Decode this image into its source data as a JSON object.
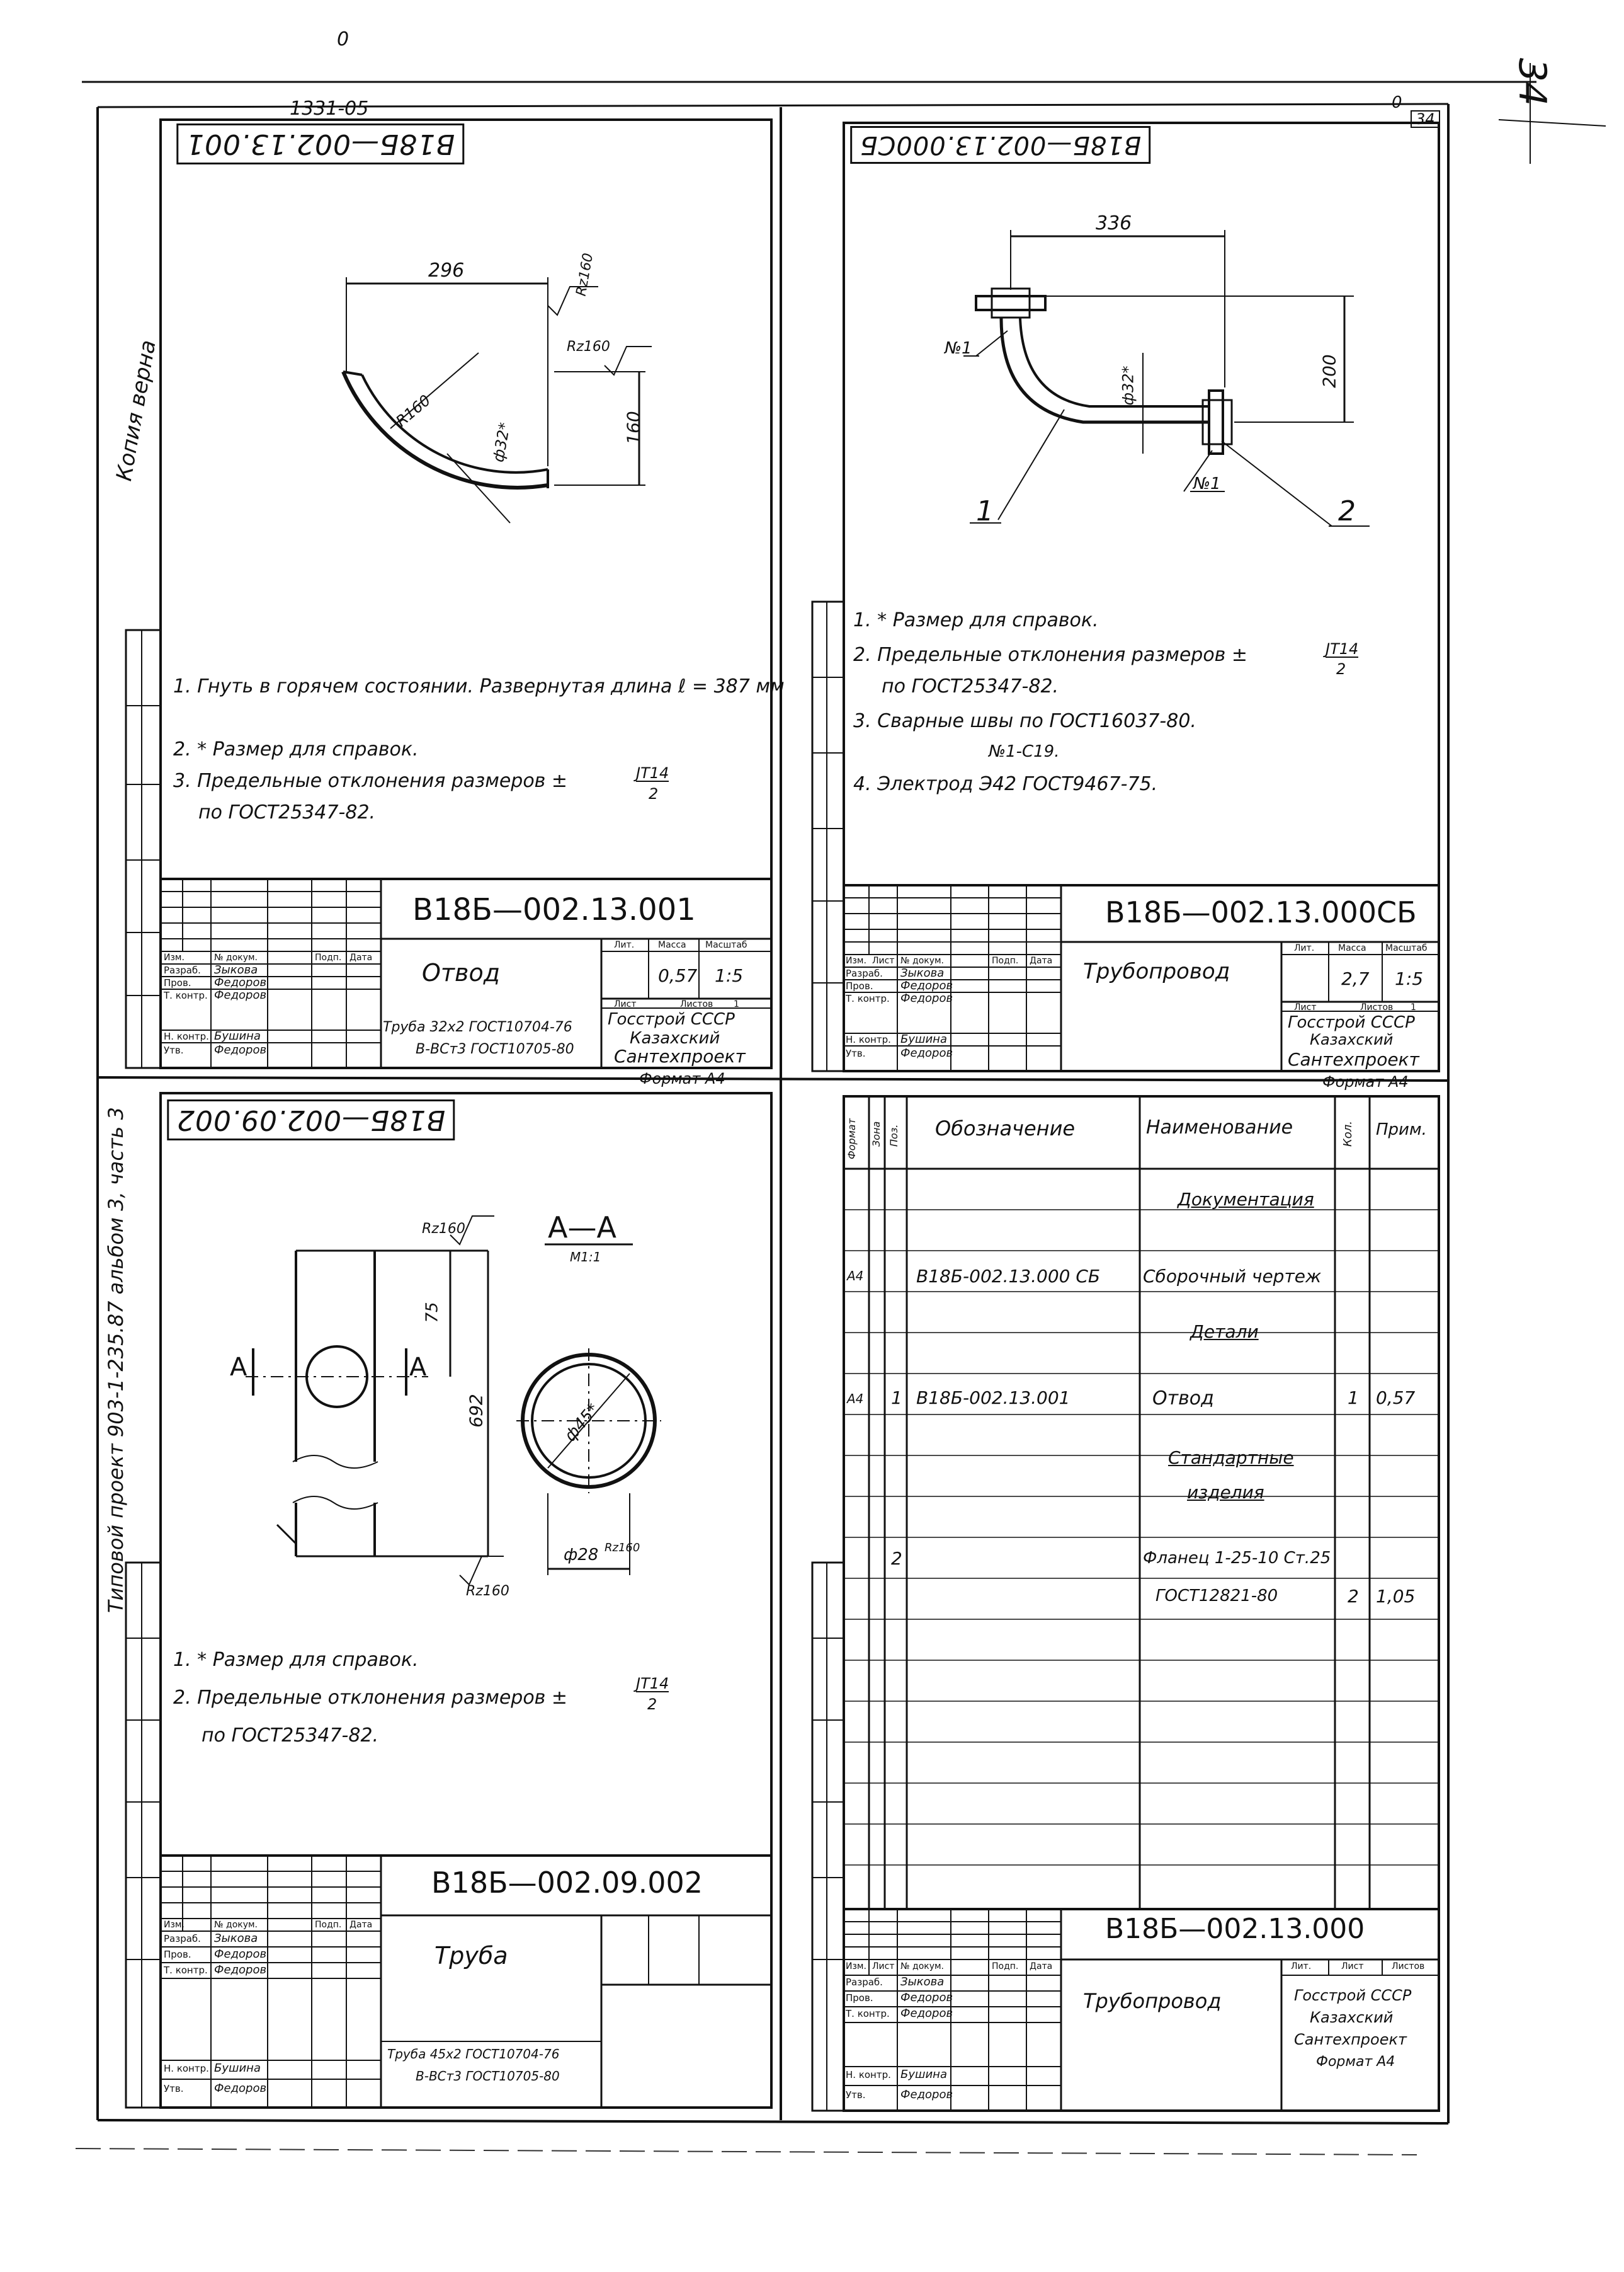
{
  "page_marks": {
    "top_zero": "0",
    "page_number": "34",
    "corner_zero": "0",
    "sheet_code_top": "1331-05",
    "side_copy_label": "Копия верна",
    "side_project_label": "Типовой проект 903-1-235.87 альбом 3, часть 3"
  },
  "sheet_tl": {
    "stamp_code": "В18Б—002.13.001",
    "dims": {
      "width": "296",
      "rz1": "Rz160",
      "rz2": "Rz160",
      "radius": "R160",
      "diameter": "ф32*",
      "height": "160"
    },
    "notes": [
      "1. Гнуть в горячем состоянии. Развернутая длина  ℓ = 387 мм",
      "2. * Размер для справок.",
      "3. Предельные отклонения размеров ± ",
      "по ГОСТ25347-82."
    ],
    "tolerance_num": "JT14",
    "tolerance_den": "2",
    "title_block": {
      "designation": "В18Б—002.13.001",
      "name": "Отвод",
      "material_line1": "Труба 32х2 ГОСТ10704-76",
      "material_line2": "В-ВСт3 ГОСТ10705-80",
      "mass": "0,57",
      "scale": "1:5",
      "lit_label": "Лит.",
      "mass_label": "Масса",
      "scale_label": "Масштаб",
      "sheet_label": "Лист",
      "sheets_label": "Листов",
      "sheets_value": "1",
      "org_line1": "Госстрой СССР",
      "org_line2": "Казахский",
      "org_line3": "Сантехпроект",
      "format": "Формат А4",
      "rows": [
        {
          "role": "Изм.",
          "doc": "№ докум.",
          "sign": "Подп.",
          "date": "Дата"
        },
        {
          "role": "Разраб.",
          "doc": "Зыкова",
          "sign": "",
          "date": ""
        },
        {
          "role": "Пров.",
          "doc": "Федоров",
          "sign": "",
          "date": ""
        },
        {
          "role": "Т. контр.",
          "doc": "Федоров",
          "sign": "",
          "date": ""
        },
        {
          "role": "Н. контр.",
          "doc": "Бушина",
          "sign": "",
          "date": ""
        },
        {
          "role": "Утв.",
          "doc": "Федоров",
          "sign": "",
          "date": ""
        }
      ]
    }
  },
  "sheet_tr": {
    "stamp_code": "В18Б—002.13.000СБ",
    "page_box": "34",
    "dims": {
      "width": "336",
      "height": "200",
      "diameter": "ф32*"
    },
    "labels": {
      "weld1": "№1",
      "weld2": "№1",
      "pos1": "1",
      "pos2": "2"
    },
    "notes": [
      "1. * Размер для справок.",
      "2. Предельные отклонения размеров ±",
      "по ГОСТ25347-82.",
      "3. Сварные швы по ГОСТ16037-80.",
      "№1-С19.",
      "4. Электрод Э42 ГОСТ9467-75."
    ],
    "tolerance_num": "JT14",
    "tolerance_den": "2",
    "title_block": {
      "designation": "В18Б—002.13.000СБ",
      "name": "Трубопровод",
      "mass": "2,7",
      "scale": "1:5",
      "lit_label": "Лит.",
      "mass_label": "Масса",
      "scale_label": "Масштаб",
      "sheet_label": "Лист",
      "sheets_label": "Листов",
      "sheets_value": "1",
      "org_line1": "Госстрой СССР",
      "org_line2": "Казахский",
      "org_line3": "Сантехпроект",
      "format": "Формат А4",
      "rows": [
        {
          "role": "Изм.",
          "sheet": "Лист",
          "doc": "№ докум.",
          "sign": "Подп.",
          "date": "Дата"
        },
        {
          "role": "Разраб.",
          "sheet": "",
          "doc": "Зыкова",
          "sign": "",
          "date": ""
        },
        {
          "role": "Пров.",
          "sheet": "",
          "doc": "Федоров",
          "sign": "",
          "date": ""
        },
        {
          "role": "Т. контр.",
          "sheet": "",
          "doc": "Федоров",
          "sign": "",
          "date": ""
        },
        {
          "role": "Н. контр.",
          "sheet": "",
          "doc": "Бушина",
          "sign": "",
          "date": ""
        },
        {
          "role": "Утв.",
          "sheet": "",
          "doc": "Федоров",
          "sign": "",
          "date": ""
        }
      ]
    }
  },
  "sheet_bl": {
    "stamp_code": "В18Б—002.09.002",
    "dims": {
      "rz_top": "Rz160",
      "rz_bot": "Rz160",
      "d75": "75",
      "d692": "692",
      "phi45": "ф45*",
      "phi28": "ф28",
      "rz_small": "Rz160"
    },
    "section_title": "А—А",
    "section_scale": "М1:1",
    "cut_mark_left": "А",
    "cut_mark_right": "А",
    "notes": [
      "1. * Размер для справок.",
      "2. Предельные отклонения размеров ±",
      "по ГОСТ25347-82."
    ],
    "tolerance_num": "JT14",
    "tolerance_den": "2",
    "title_block": {
      "designation": "В18Б—002.09.002",
      "name": "Труба",
      "material_line1": "Труба 45х2 ГОСТ10704-76",
      "material_line2": "В-ВСт3 ГОСТ10705-80",
      "rows": [
        {
          "role": "Изм.",
          "doc": "№ докум.",
          "sign": "Подп.",
          "date": "Дата"
        },
        {
          "role": "Разраб.",
          "doc": "Зыкова",
          "sign": "",
          "date": ""
        },
        {
          "role": "Пров.",
          "doc": "Федоров",
          "sign": "",
          "date": ""
        },
        {
          "role": "Т. контр.",
          "doc": "Федоров",
          "sign": "",
          "date": ""
        },
        {
          "role": "Н. контр.",
          "doc": "Бушина",
          "sign": "",
          "date": ""
        },
        {
          "role": "Утв.",
          "doc": "Федоров",
          "sign": "",
          "date": ""
        }
      ]
    }
  },
  "sheet_br": {
    "headers": {
      "format": "Формат",
      "zone": "Зона",
      "pos": "Поз.",
      "designation": "Обозначение",
      "name": "Наименование",
      "qty": "Кол.",
      "note": "Прим."
    },
    "rows": [
      {
        "format": "",
        "pos": "",
        "designation": "",
        "name": "Документация",
        "qty": "",
        "note": "",
        "underline": true
      },
      {
        "format": "А4",
        "pos": "",
        "designation": "В18Б-002.13.000 СБ",
        "name": "Сборочный чертеж",
        "qty": "",
        "note": ""
      },
      {
        "format": "",
        "pos": "",
        "designation": "",
        "name": "Детали",
        "qty": "",
        "note": "",
        "underline": true
      },
      {
        "format": "А4",
        "pos": "1",
        "designation": "В18Б-002.13.001",
        "name": "Отвод",
        "qty": "1",
        "note": "0,57"
      },
      {
        "format": "",
        "pos": "",
        "designation": "",
        "name": "Стандартные",
        "qty": "",
        "note": "",
        "underline": true
      },
      {
        "format": "",
        "pos": "",
        "designation": "",
        "name": "изделия",
        "qty": "",
        "note": "",
        "underline": true
      },
      {
        "format": "",
        "pos": "2",
        "designation": "",
        "name": "Фланец 1-25-10 Ст.25",
        "qty": "",
        "note": ""
      },
      {
        "format": "",
        "pos": "",
        "designation": "",
        "name": "ГОСТ12821-80",
        "qty": "2",
        "note": "1,05"
      }
    ],
    "title_block": {
      "designation": "В18Б—002.13.000",
      "name": "Трубопровод",
      "lit_label": "Лит.",
      "sheet_label": "Лист",
      "sheets_label": "Листов",
      "org_line1": "Госстрой СССР",
      "org_line2": "Казахский",
      "org_line3": "Сантехпроект",
      "format": "Формат А4",
      "rows": [
        {
          "role": "Изм.",
          "sheet": "Лист",
          "doc": "№ докум.",
          "sign": "Подп.",
          "date": "Дата"
        },
        {
          "role": "Разраб.",
          "sheet": "",
          "doc": "Зыкова",
          "sign": "",
          "date": ""
        },
        {
          "role": "Пров.",
          "sheet": "",
          "doc": "Федоров",
          "sign": "",
          "date": ""
        },
        {
          "role": "Т. контр.",
          "sheet": "",
          "doc": "Федоров",
          "sign": "",
          "date": ""
        },
        {
          "role": "Н. контр.",
          "sheet": "",
          "doc": "Бушина",
          "sign": "",
          "date": ""
        },
        {
          "role": "Утв.",
          "sheet": "",
          "doc": "Федоров",
          "sign": "",
          "date": ""
        }
      ]
    }
  }
}
